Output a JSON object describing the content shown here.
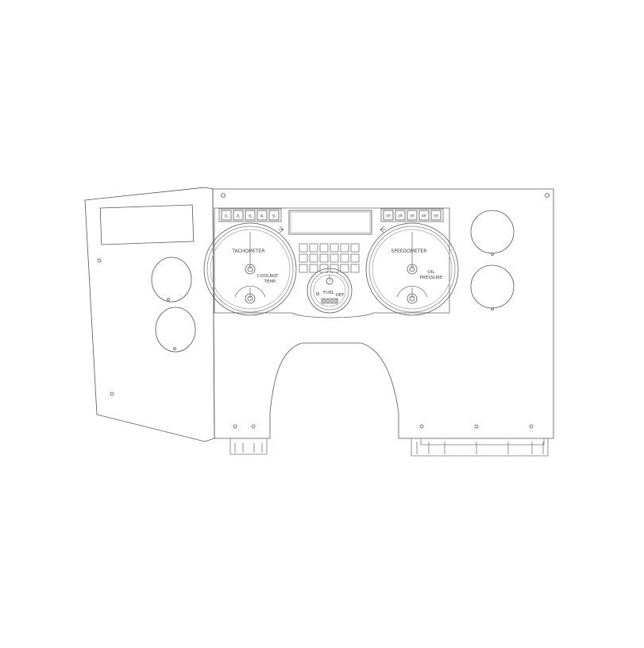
{
  "diagram": {
    "gauges": {
      "tachometer_label": "TACHOMETER",
      "coolant_line1": "COOLANT",
      "coolant_line2": "TEMP",
      "speedometer_label": "SPEEDOMETER",
      "oil_line1": "OIL",
      "oil_line2": "PRESSURE",
      "fuel_label": "FUEL",
      "def_label": "DEF"
    },
    "left_indicator_labels": [
      "1L",
      "2L",
      "3L",
      "4L",
      "5L"
    ],
    "right_indicator_labels": [
      "1R",
      "2R",
      "3R",
      "4R",
      "5R"
    ]
  },
  "colors": {
    "line": "#555555",
    "light_line": "#999999",
    "background": "#ffffff"
  }
}
